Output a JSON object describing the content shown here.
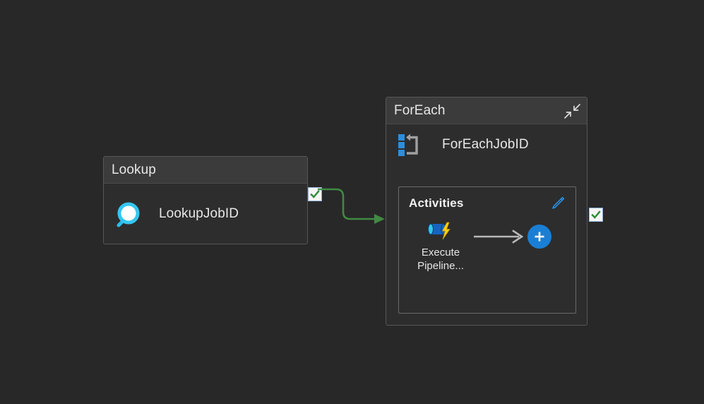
{
  "canvas": {
    "background": "#282828",
    "accent_blue": "#1a7fd4",
    "success_green": "#2e7d32",
    "connector_green": "#3f8a42",
    "icon_cyan": "#3ec9f0",
    "icon_gray": "#9a9a9a",
    "lightning_yellow": "#ffd400"
  },
  "nodes": [
    {
      "id": "lookup",
      "title": "Lookup",
      "activity_name": "LookupJobID",
      "icon": "magnifier-icon",
      "status": "succeeded",
      "status_icon": "green-check-icon"
    },
    {
      "id": "foreach",
      "title": "ForEach",
      "activity_name": "ForEachJobID",
      "icon": "foreach-loop-icon",
      "collapse_icon": "collapse-arrows-icon",
      "status": "succeeded",
      "status_icon": "green-check-icon",
      "activities_panel": {
        "title": "Activities",
        "edit_icon": "pencil-icon",
        "items": [
          {
            "caption_line1": "Execute",
            "caption_line2": "Pipeline...",
            "icon": "execute-pipeline-icon"
          }
        ],
        "flow_arrow_icon": "arrow-right-icon",
        "add_button_label": "+",
        "add_button_icon": "plus-icon"
      }
    }
  ],
  "connectors": [
    {
      "id": "lookup-to-foreach",
      "from": "lookup",
      "to": "foreach",
      "color": "#3f8a42",
      "style": "solid-elbow-arrow"
    }
  ]
}
